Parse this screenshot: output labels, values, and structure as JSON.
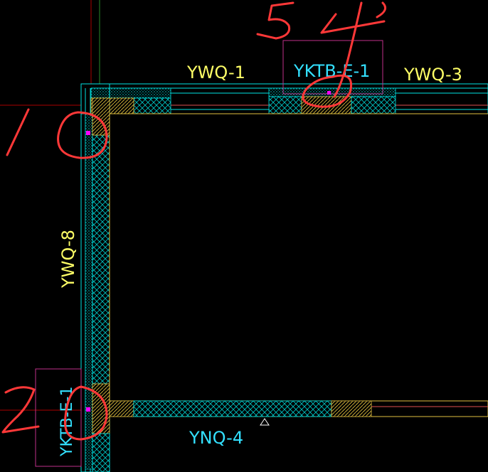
{
  "labels": {
    "ywq1": "YWQ-1",
    "yktb_top": "YKTB-E-1",
    "ywq3": "YWQ-3",
    "ywq8": "YWQ-8",
    "yktb_left": "YKTB-E-1",
    "ynq4": "YNQ-4"
  },
  "annotations": {
    "top": "54",
    "left_top": "1",
    "left_bottom": "2"
  },
  "colors": {
    "background": "#000000",
    "wall_outline": "#00e5e5",
    "hatch": "#00c8c8",
    "column_hatch": "#e0c040",
    "label_yellow": "#ffff66",
    "label_cyan": "#33e0ff",
    "tag_box": "#c0308a",
    "markup_red": "#ff3838",
    "marker": "#ff00ff",
    "grid_line": "#aa0000"
  }
}
